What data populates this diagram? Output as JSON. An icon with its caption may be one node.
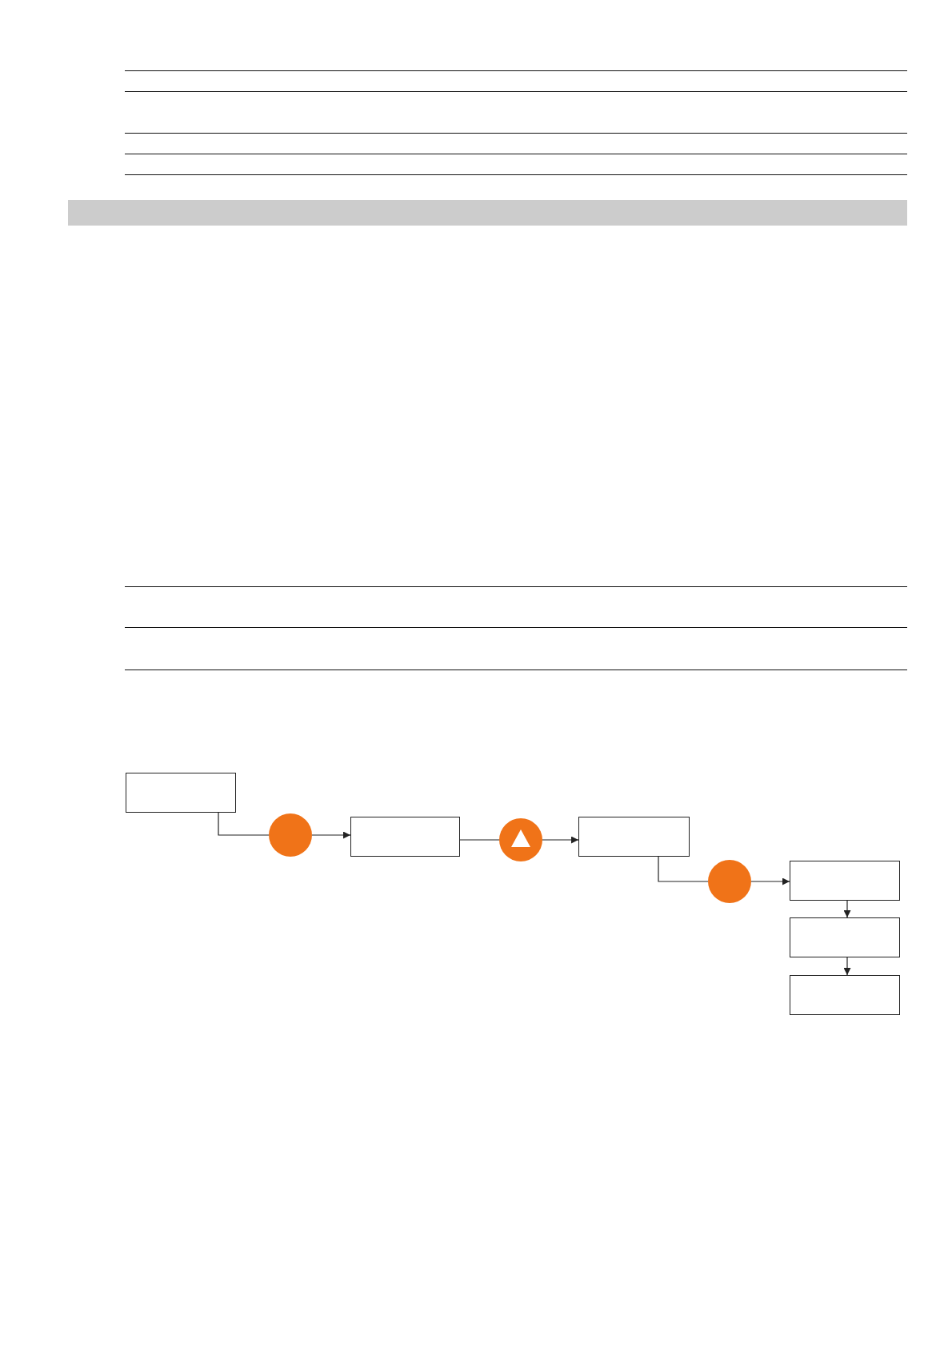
{
  "diagram": {
    "nodes": [
      {
        "text": [],
        "shape": "box"
      },
      {
        "text": [],
        "shape": "circle"
      },
      {
        "text": [],
        "shape": "box"
      },
      {
        "text": [],
        "shape": "circle"
      },
      {
        "text": [],
        "shape": "box"
      },
      {
        "text": [],
        "shape": "circle"
      },
      {
        "text": [],
        "shape": "box"
      },
      {
        "text": [],
        "shape": "box"
      },
      {
        "text": [],
        "shape": "box"
      }
    ],
    "edges": [
      {
        "from": 0,
        "to": 1,
        "arrow": "none"
      },
      {
        "from": 1,
        "to": 2,
        "arrow": "to"
      },
      {
        "from": 2,
        "to": 3,
        "arrow": "none"
      },
      {
        "from": 3,
        "to": 4,
        "arrow": "to"
      },
      {
        "from": 4,
        "to": 5,
        "arrow": "none"
      },
      {
        "from": 5,
        "to": 6,
        "arrow": "to"
      },
      {
        "from": 6,
        "to": 7,
        "arrow": "to"
      },
      {
        "from": 7,
        "to": 8,
        "arrow": "to"
      }
    ]
  }
}
